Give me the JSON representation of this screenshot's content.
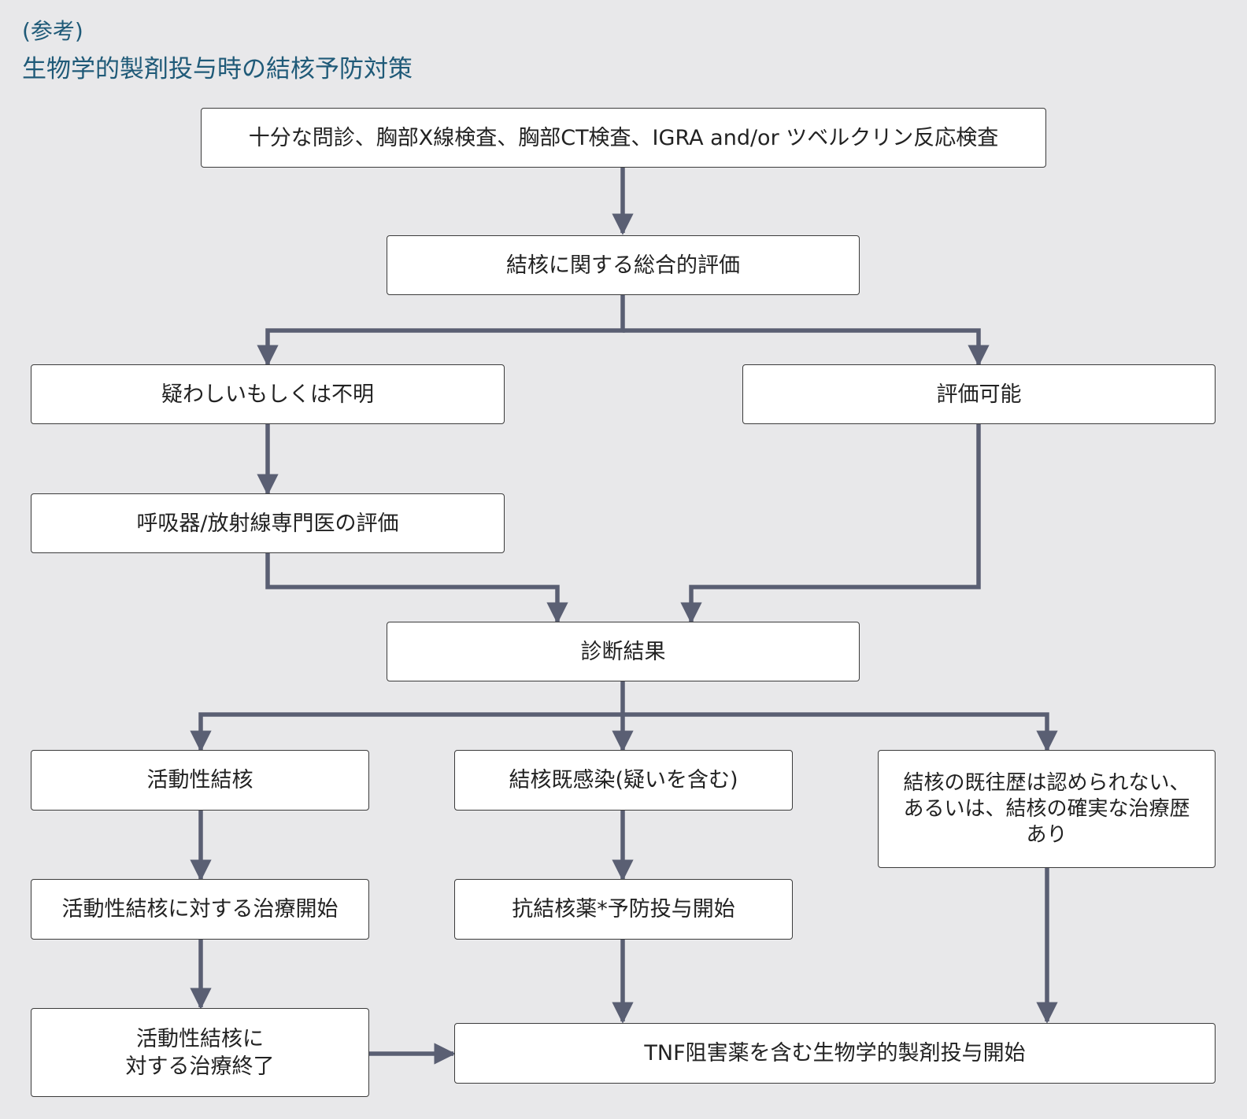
{
  "header": {
    "note": "(参考)",
    "title": "生物学的製剤投与時の結核予防対策"
  },
  "colors": {
    "background": "#e8e8ea",
    "arrow": "#5a5f73",
    "title": "#1f5a78"
  },
  "nodes": {
    "screening": "十分な問診、胸部X線検査、胸部CT検査、IGRA and/or ツベルクリン反応検査",
    "overall_eval": "結核に関する総合的評価",
    "doubtful": "疑わしいもしくは不明",
    "evaluable": "評価可能",
    "specialist": "呼吸器/放射線専門医の評価",
    "diagnosis": "診断結果",
    "active_tb": "活動性結核",
    "latent_tb": "結核既感染(疑いを含む)",
    "no_history": "結核の既往歴は認められない、\nあるいは、結核の確実な治療歴\nあり",
    "active_treat_start": "活動性結核に対する治療開始",
    "prophylaxis_start": "抗結核薬*予防投与開始",
    "active_treat_end": "活動性結核に\n対する治療終了",
    "biologic_start": "TNF阻害薬を含む生物学的製剤投与開始"
  }
}
